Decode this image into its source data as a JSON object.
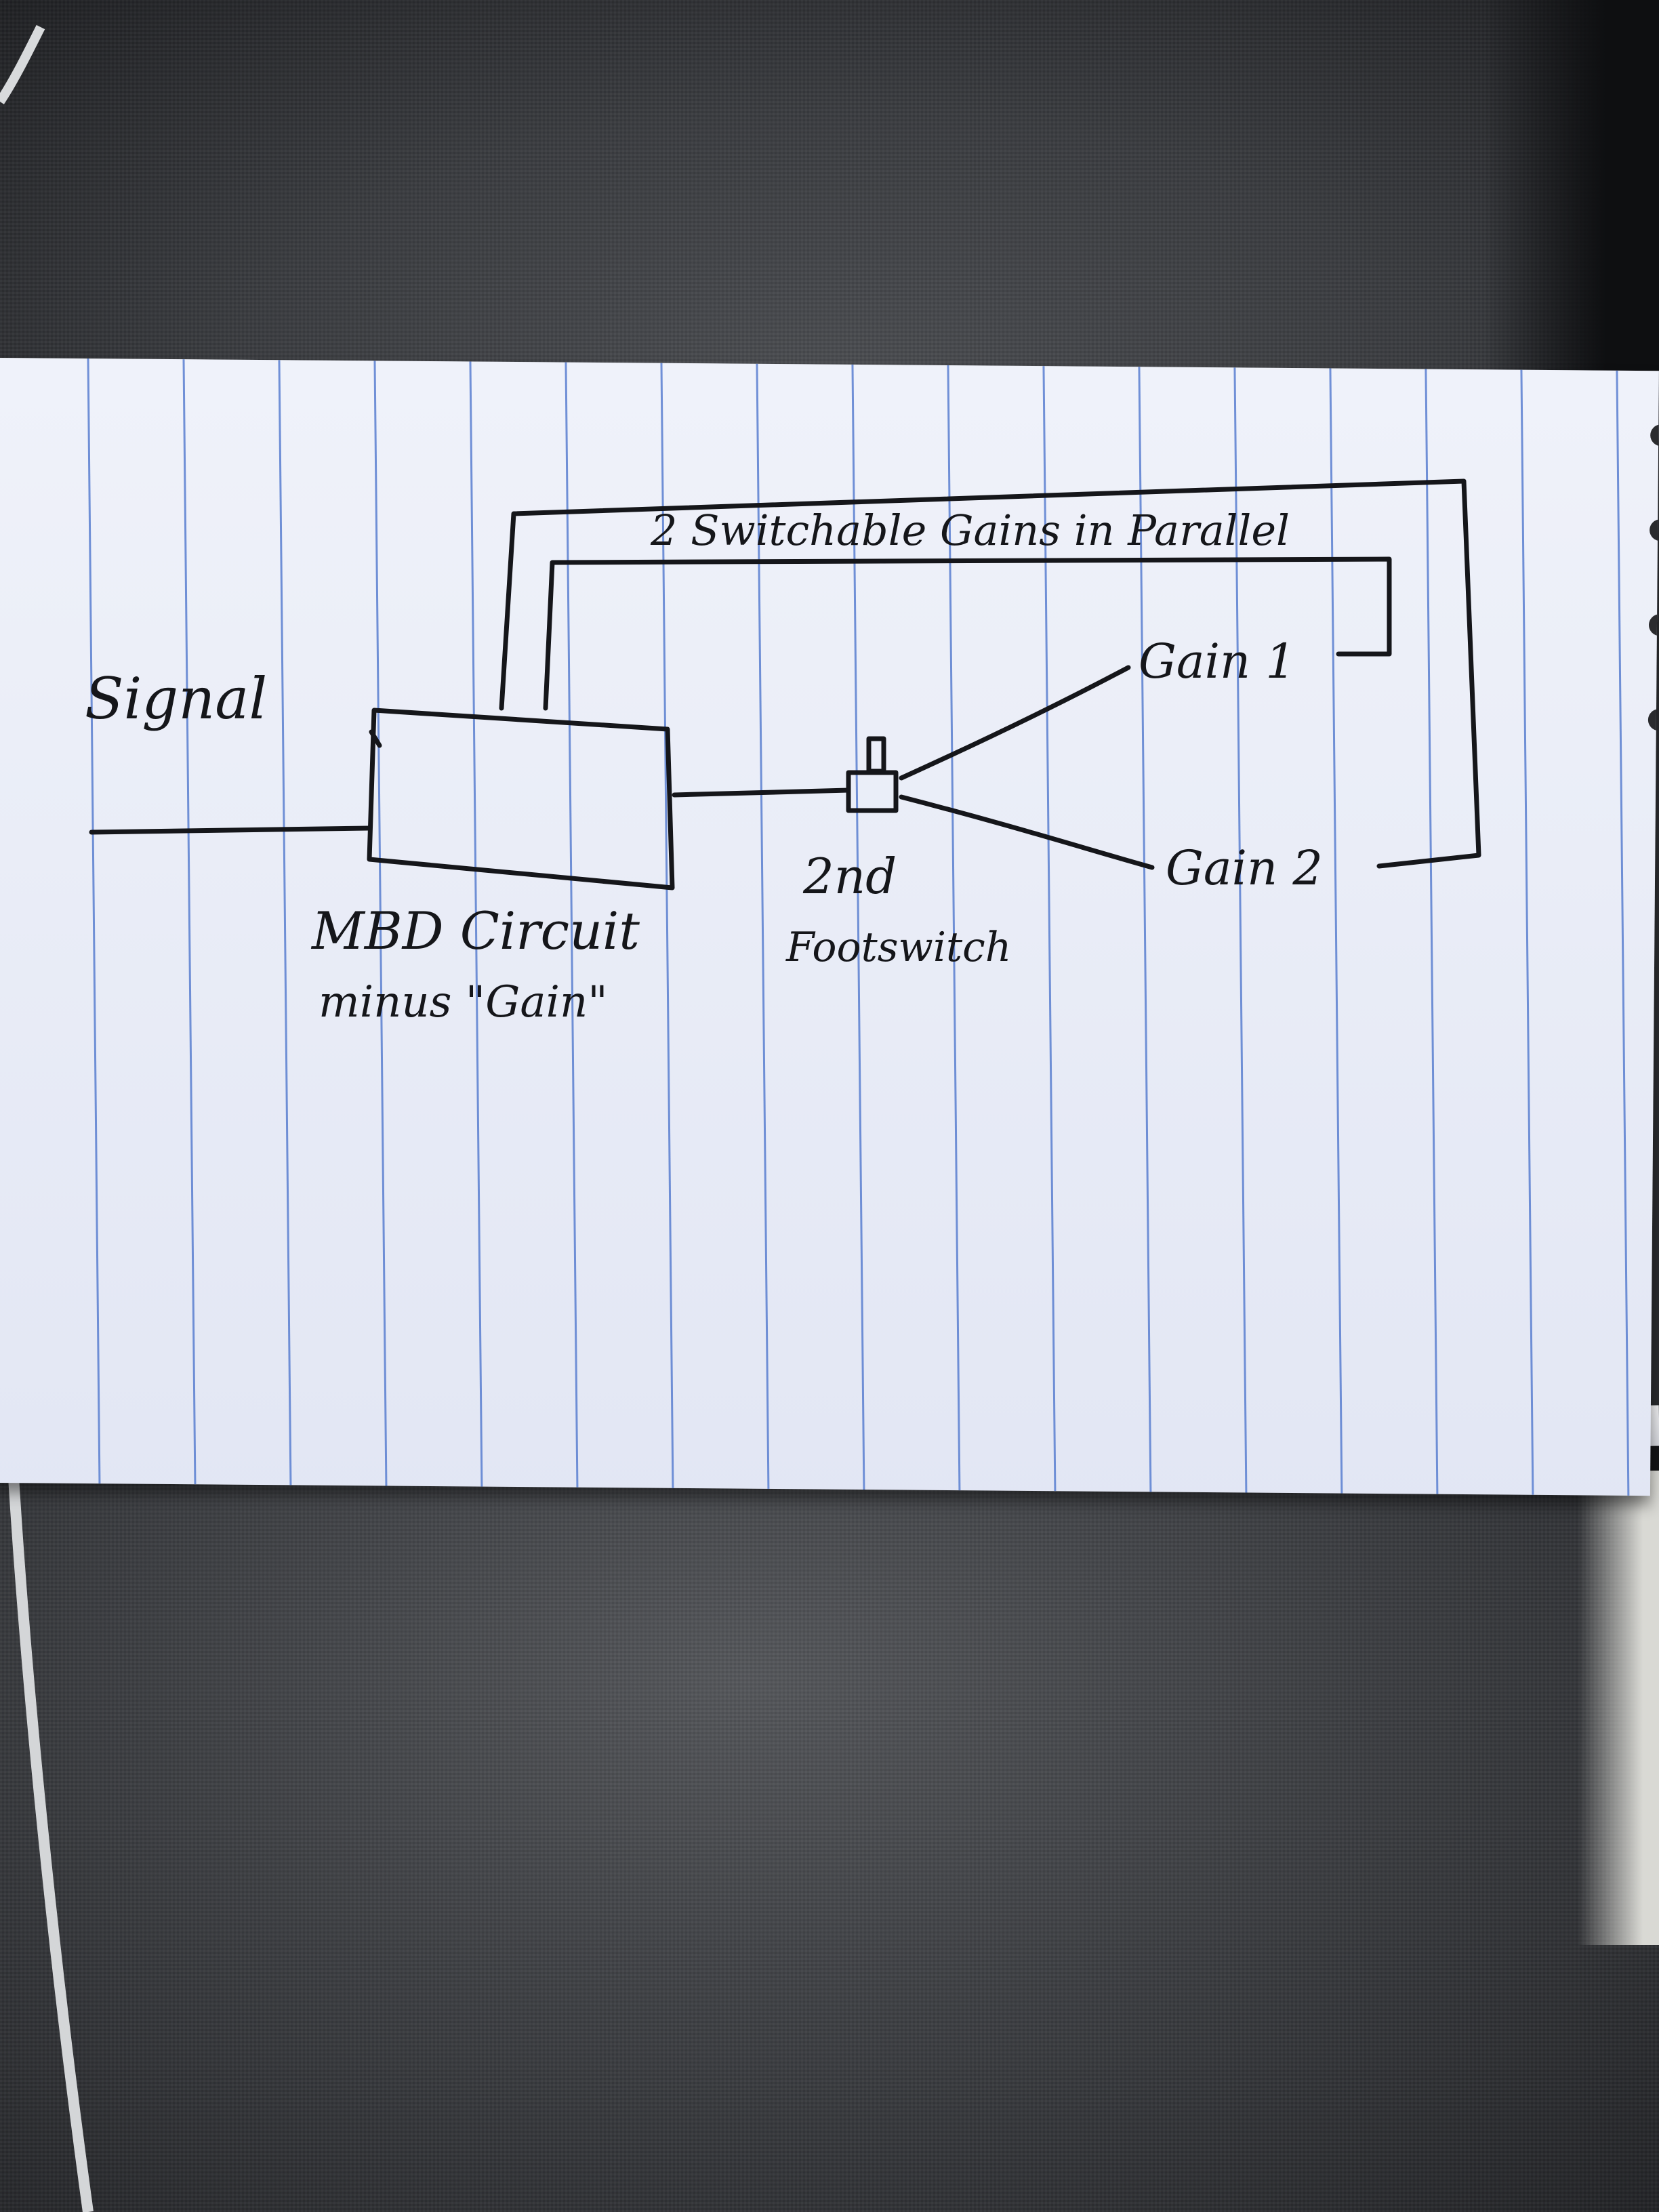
{
  "diagram": {
    "title": "2 Switchable Gains in Parallel",
    "signal_label": "Signal",
    "circuit_label_line1": "MBD Circuit",
    "circuit_label_line2": "minus \"Gain\"",
    "footswitch_label_line1": "2nd",
    "footswitch_label_line2": "Footswitch",
    "gain1_label": "Gain 1",
    "gain2_label": "Gain 2"
  },
  "colors": {
    "ink": "#15161a",
    "rule_line": "#5a7fd0",
    "paper": "#e7ebf7",
    "fabric": "#3a3c40"
  }
}
